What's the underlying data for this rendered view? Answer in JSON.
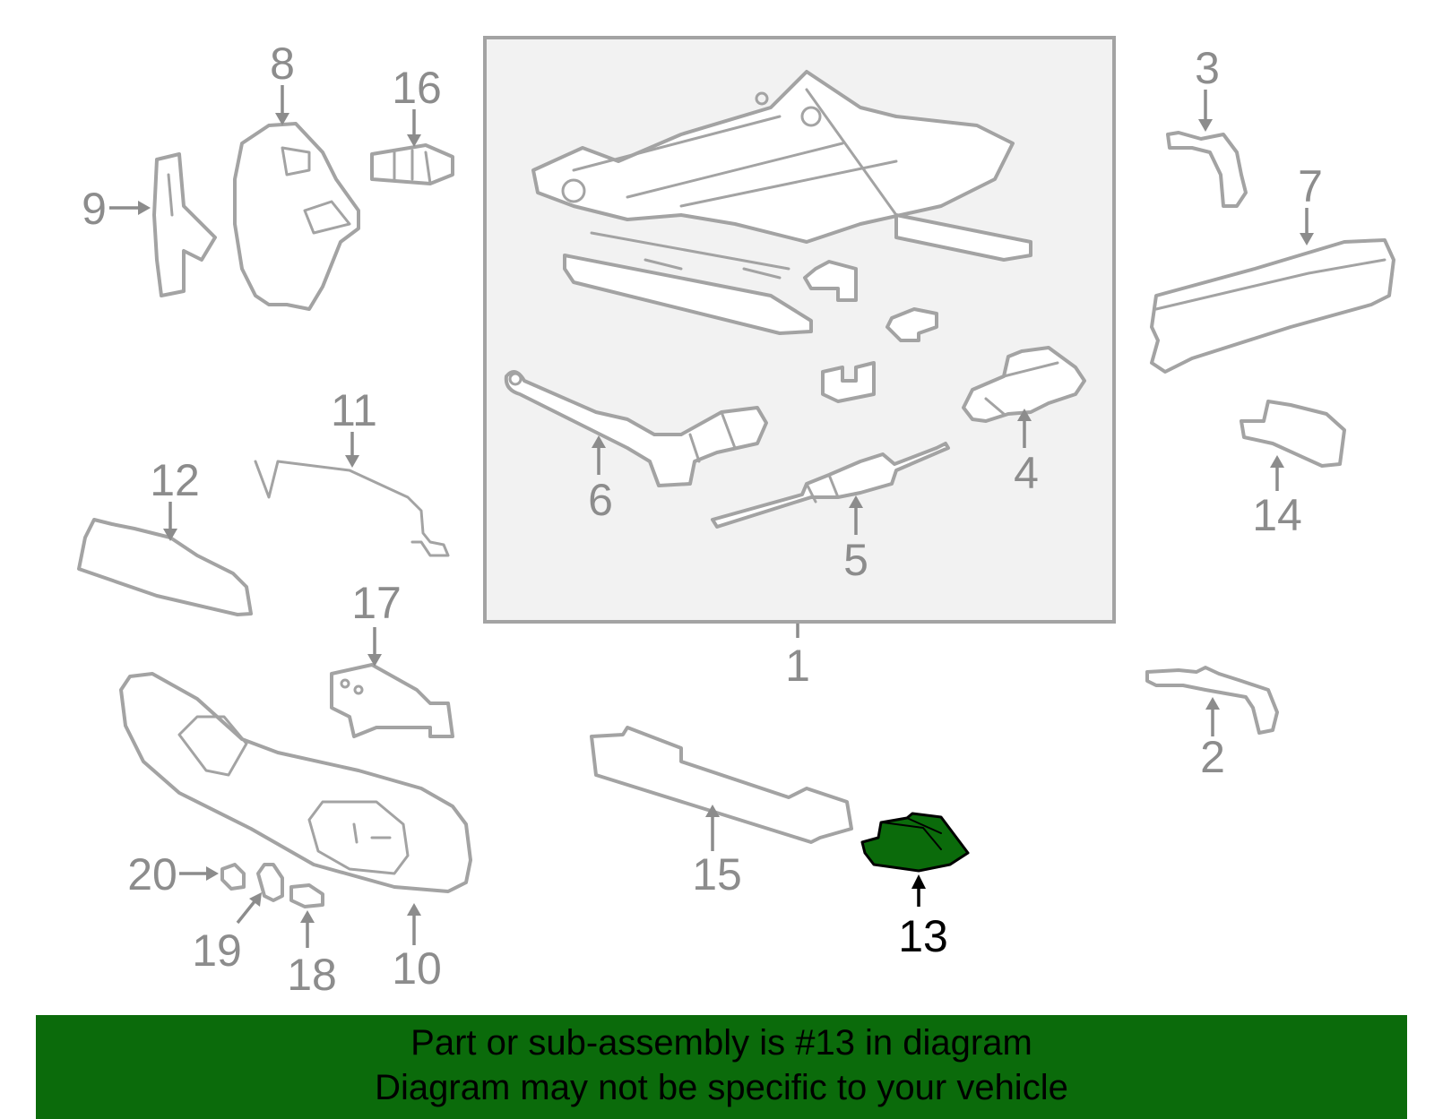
{
  "diagram": {
    "highlight_color": "#0b6b0b",
    "line_color": "#a3a3a3",
    "label_color": "#8c8c8c",
    "highlighted_part": "13",
    "labels": [
      {
        "id": "1",
        "text": "1"
      },
      {
        "id": "2",
        "text": "2"
      },
      {
        "id": "3",
        "text": "3"
      },
      {
        "id": "4",
        "text": "4"
      },
      {
        "id": "5",
        "text": "5"
      },
      {
        "id": "6",
        "text": "6"
      },
      {
        "id": "7",
        "text": "7"
      },
      {
        "id": "8",
        "text": "8"
      },
      {
        "id": "9",
        "text": "9"
      },
      {
        "id": "10",
        "text": "10"
      },
      {
        "id": "11",
        "text": "11"
      },
      {
        "id": "12",
        "text": "12"
      },
      {
        "id": "13",
        "text": "13"
      },
      {
        "id": "14",
        "text": "14"
      },
      {
        "id": "15",
        "text": "15"
      },
      {
        "id": "16",
        "text": "16"
      },
      {
        "id": "17",
        "text": "17"
      },
      {
        "id": "18",
        "text": "18"
      },
      {
        "id": "19",
        "text": "19"
      },
      {
        "id": "20",
        "text": "20"
      }
    ]
  },
  "banner": {
    "line1": "Part or sub-assembly is #13 in diagram",
    "line2": "Diagram may not be specific to your vehicle",
    "background": "#0b6b0b"
  }
}
